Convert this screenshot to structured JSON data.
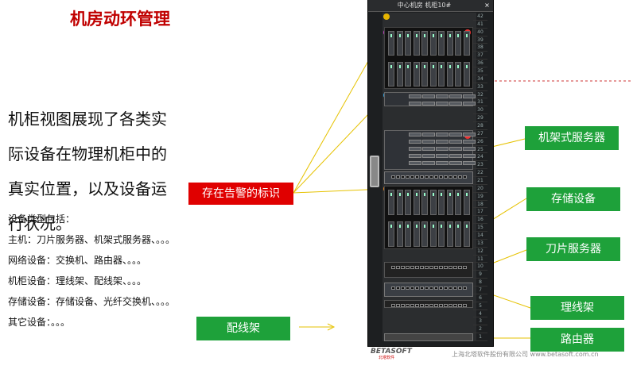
{
  "title": "机房动环管理",
  "description_lines": [
    "机柜视图展现了各类实",
    "际设备在物理机柜中的",
    "真实位置，以及设备运",
    "行状况。"
  ],
  "device_types": {
    "heading": "设备类型包括：",
    "items": [
      "主机：刀片服务器、机架式服务器、。。。",
      "网络设备：交换机、路由器、。。。",
      "机柜设备：理线架、配线架、。。。",
      "存储设备：存储设备、光纤交换机、。。。",
      "其它设备：。。。"
    ]
  },
  "callouts": {
    "alarm_flag": "存在告警的标识",
    "rack_server": "机架式服务器",
    "storage": "存储设备",
    "blade_server": "刀片服务器",
    "patch_panel": "配线架",
    "cable_manager": "理线架",
    "router": "路由器"
  },
  "rack": {
    "title": "中心机房 机柜10#",
    "close_glyph": "×",
    "unit_labels": [
      "42",
      "41",
      "40",
      "39",
      "38",
      "37",
      "36",
      "35",
      "34",
      "33",
      "32",
      "31",
      "30",
      "29",
      "28",
      "27",
      "26",
      "25",
      "24",
      "23",
      "22",
      "21",
      "20",
      "19",
      "18",
      "17",
      "16",
      "15",
      "14",
      "13",
      "12",
      "11",
      "10",
      "9",
      "8",
      "7",
      "6",
      "5",
      "4",
      "3",
      "2",
      "1"
    ]
  },
  "footer": {
    "logo": "BETASOFT",
    "logo_sub": "北塔软件",
    "company": "上海北塔软件股份有限公司 www.betasoft.com.cn"
  },
  "colors": {
    "title_red": "#c00000",
    "alarm_red": "#e00000",
    "label_green": "#1ea13a",
    "leader_yellow": "#e6c200"
  }
}
